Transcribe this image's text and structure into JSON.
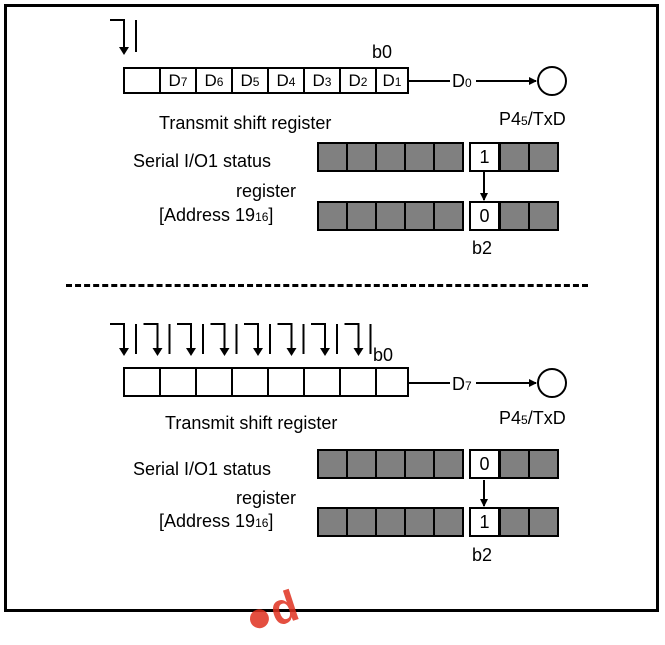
{
  "sections": [
    {
      "data_bits": [
        "",
        "D7",
        "D6",
        "D5",
        "D4",
        "D3",
        "D2",
        "D1"
      ],
      "b0_label": "b0",
      "output_bit": "D0",
      "register_caption": "Transmit shift register",
      "pin_label": "P45/TxD",
      "status_label_line1": "Serial I/O1 status",
      "status_label_line2": "register",
      "status_label_line3": "[Address 1916]",
      "status_before": "1",
      "status_after": "0",
      "b2_label": "b2"
    },
    {
      "data_bits": [
        "",
        "",
        "",
        "",
        "",
        "",
        "",
        ""
      ],
      "b0_label": "b0",
      "output_bit": "D7",
      "register_caption": "Transmit shift register",
      "pin_label": "P45/TxD",
      "status_label_line1": "Serial I/O1 status",
      "status_label_line2": "register",
      "status_label_line3": "[Address 1916]",
      "status_before": "0",
      "status_after": "1",
      "b2_label": "b2"
    }
  ]
}
